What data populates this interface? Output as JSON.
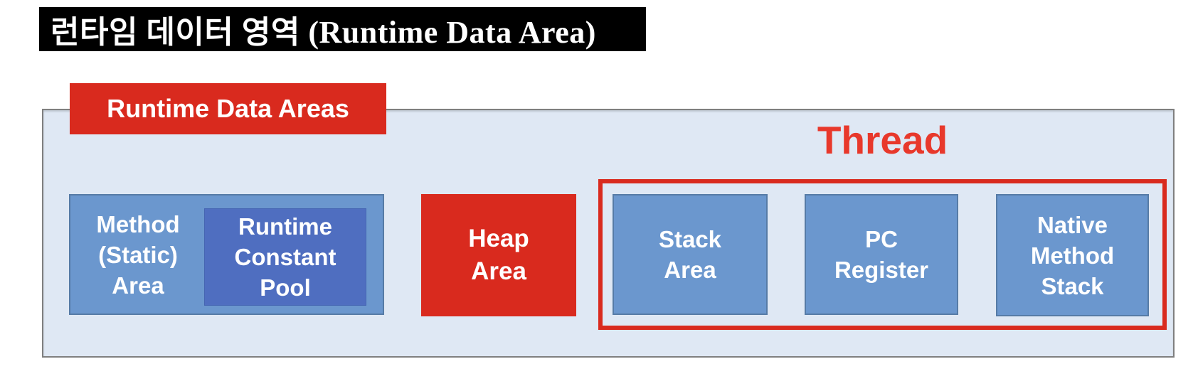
{
  "title": "런타임 데이터 영역 (Runtime Data Area)",
  "diagram": {
    "area_label": "Runtime Data Areas",
    "thread_label": "Thread",
    "boxes": {
      "method": "Method\n(Static)\nArea",
      "constant_pool": "Runtime\nConstant\nPool",
      "heap": "Heap\nArea",
      "stack": "Stack\nArea",
      "pc": "PC\nRegister",
      "native": "Native\nMethod\nStack"
    }
  },
  "colors": {
    "red": "#d92a1e",
    "thread_text_red": "#e8382b",
    "box_blue": "#6b97ce",
    "box_blue_border": "#567ba6",
    "dark_blue": "#4f6ec0",
    "dark_blue_border": "#4565b2",
    "container_bg": "#dfe8f4",
    "container_border": "#7f7f7f",
    "title_bg": "#000000"
  }
}
